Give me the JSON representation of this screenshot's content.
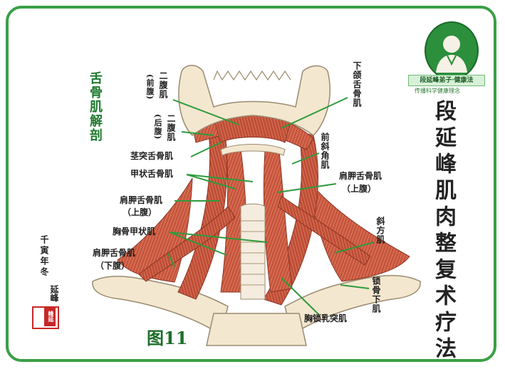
{
  "title": "舌骨肌解剖",
  "brand": "段延峰肌肉整复术疗法",
  "figure_label": "图11",
  "signature": "千寅年冬",
  "signature_name": "延峰",
  "seal_text": "峰延",
  "logo": {
    "banner": "段延峰弟子·健康法",
    "subline": "传播科学健康理念"
  },
  "labels": {
    "er_fu_ji_1": "二腹肌",
    "qian_fu": "(前腹)",
    "er_fu_ji_2": "二腹肌",
    "hou_fu": "(后腹)",
    "jing_tu_she_gu_ji": "茎突舌骨肌",
    "jia_zhuang_she_gu_ji": "甲状舌骨肌",
    "jian_jia_she_gu_ji_1": "肩胛舌骨肌",
    "shang_fu_1": "（上腹）",
    "xiong_gu_jia_zhuang_ji": "胸骨甲状肌",
    "jian_jia_she_gu_ji_2": "肩胛舌骨肌",
    "xia_fu": "（下腹）",
    "xia_he_she_gu_ji": "下颌舌骨肌",
    "qian_xie_jiao_ji": "前斜角肌",
    "jian_jia_she_gu_ji_3": "肩胛舌骨肌",
    "shang_fu_2": "（上腹）",
    "xie_fang_ji": "斜方肌",
    "suo_gu_xia_ji": "锁骨下肌",
    "xiong_suo_ru_tu_ji": "胸锁乳突肌"
  },
  "colors": {
    "frame": "#3aa046",
    "pointer": "#2e9a3c",
    "muscle": "#c8553c",
    "bone": "#f3e7cf",
    "title": "#1d7a2e"
  }
}
